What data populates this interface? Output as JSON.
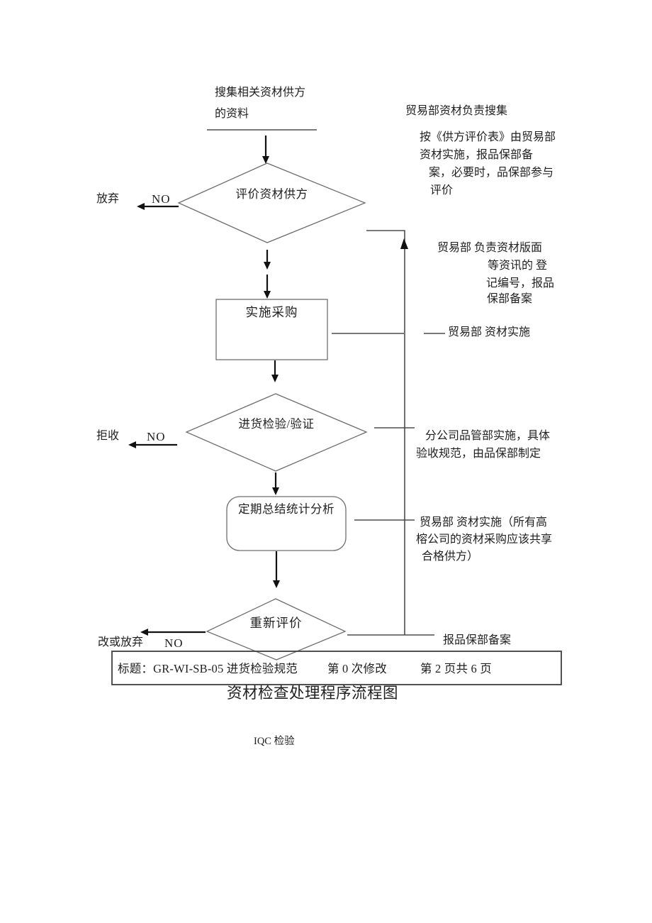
{
  "colors": {
    "ink": "#1f1f1f",
    "line": "#4d4d4d",
    "shape_stroke": "#6e6e6e",
    "background": "#ffffff"
  },
  "nodes": {
    "start": [
      "搜集相关资材供方",
      "的资料"
    ],
    "evaluate": "评价资材供方",
    "purchase": "实施采购",
    "inspect": "进货检验/验证",
    "summary": "定期总结统计分析",
    "reevaluate": "重新评价"
  },
  "branches": {
    "no1": "NO",
    "abandon": "放弃",
    "no2": "NO",
    "reject": "拒收",
    "no3": "NO",
    "change_or_abandon": "改或放弃"
  },
  "annotations": {
    "collect": "贸易部资材负责搜集",
    "evaluate_note": [
      "按《供方评价表》由贸易部",
      "资材实施，报品保部备",
      "案，必要时，品保部参与",
      "评价"
    ],
    "register_note": [
      "贸易部 负责资材版面",
      "等资讯的 登",
      "记编号，报品",
      "保部备案"
    ],
    "purchase_note": "贸易部 资材实施",
    "inspect_note": [
      "分公司品管部实施，具体",
      "验收规范，由品保部制定"
    ],
    "summary_note": [
      "贸易部 资材实施（所有高",
      "榕公司的资材采购应该共享",
      "合格供方）"
    ],
    "report_note": "报品保部备案"
  },
  "titlebar": {
    "title": "标题：GR-WI-SB-05 进货检验规范",
    "revision": "第 0 次修改",
    "page_info": "第 2 页共 6 页"
  },
  "caption": "资材检查处理程序流程图",
  "footnote": "IQC 检验"
}
